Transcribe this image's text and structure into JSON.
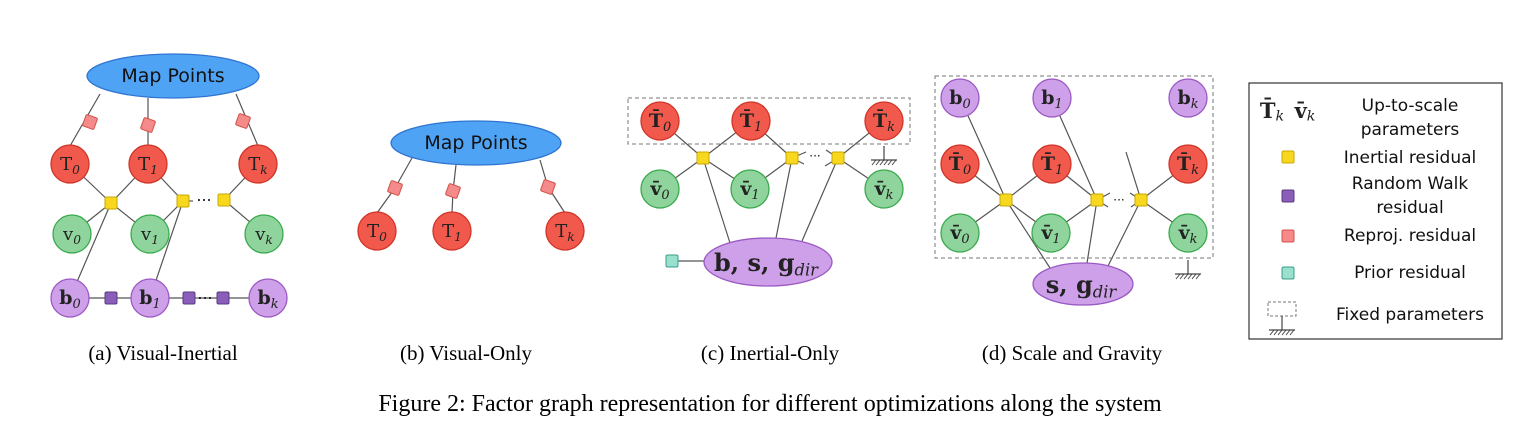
{
  "panels": [
    {
      "id": "a",
      "caption": "(a) Visual-Inertial",
      "map_points": "Map Points",
      "poses": [
        {
          "base": "T",
          "sub": "0"
        },
        {
          "base": "T",
          "sub": "1"
        },
        {
          "base": "T",
          "sub": "k"
        }
      ],
      "velocities": [
        {
          "base": "v",
          "sub": "0"
        },
        {
          "base": "v",
          "sub": "1"
        },
        {
          "base": "v",
          "sub": "k"
        }
      ],
      "biases": [
        {
          "base": "b",
          "sub": "0"
        },
        {
          "base": "b",
          "sub": "1"
        },
        {
          "base": "b",
          "sub": "k"
        }
      ],
      "ellipsis": "···"
    },
    {
      "id": "b",
      "caption": "(b) Visual-Only",
      "map_points": "Map Points",
      "poses": [
        {
          "base": "T",
          "sub": "0"
        },
        {
          "base": "T",
          "sub": "1"
        },
        {
          "base": "T",
          "sub": "k"
        }
      ]
    },
    {
      "id": "c",
      "caption": "(c) Inertial-Only",
      "poses": [
        {
          "base": "T̄",
          "sub": "0"
        },
        {
          "base": "T̄",
          "sub": "1"
        },
        {
          "base": "T̄",
          "sub": "k"
        }
      ],
      "velocities": [
        {
          "base": "v̄",
          "sub": "0"
        },
        {
          "base": "v̄",
          "sub": "1"
        },
        {
          "base": "v̄",
          "sub": "k"
        }
      ],
      "global_node": {
        "base": "b, s, g",
        "sub": "dir"
      },
      "ellipsis": "···"
    },
    {
      "id": "d",
      "caption": "(d) Scale and Gravity",
      "biases": [
        {
          "base": "b",
          "sub": "0"
        },
        {
          "base": "b",
          "sub": "1"
        },
        {
          "base": "b",
          "sub": "k"
        }
      ],
      "poses": [
        {
          "base": "T̄",
          "sub": "0"
        },
        {
          "base": "T̄",
          "sub": "1"
        },
        {
          "base": "T̄",
          "sub": "k"
        }
      ],
      "velocities": [
        {
          "base": "v̄",
          "sub": "0"
        },
        {
          "base": "v̄",
          "sub": "1"
        },
        {
          "base": "v̄",
          "sub": "k"
        }
      ],
      "global_node": {
        "base": "s, g",
        "sub": "dir"
      },
      "ellipsis": "···"
    }
  ],
  "legend": {
    "symbol_top": {
      "t": "T̄",
      "t_sub": "k",
      "v": "v̄",
      "v_sub": "k"
    },
    "items": [
      {
        "label_lines": [
          "Up-to-scale",
          "parameters"
        ]
      },
      {
        "label_lines": [
          "Inertial residual"
        ]
      },
      {
        "label_lines": [
          "Random Walk",
          "residual"
        ]
      },
      {
        "label_lines": [
          "Reproj. residual"
        ]
      },
      {
        "label_lines": [
          "Prior residual"
        ]
      },
      {
        "label_lines": [
          "Fixed parameters"
        ]
      }
    ]
  },
  "figure_caption": "Figure 2: Factor graph representation for different optimizations along the system",
  "colors": {
    "pose_fill": "#f0594c",
    "pose_stroke": "#d03428",
    "vel_fill": "#8fd49c",
    "vel_stroke": "#3aaa4e",
    "bias_fill": "#cfa0ea",
    "bias_stroke": "#9a5ac2",
    "map_fill": "#4fa3f5",
    "map_stroke": "#2f74d0",
    "inertial_factor": "#f7d81e",
    "inertial_stroke": "#c9a700",
    "randomwalk_factor": "#8a5db8",
    "randomwalk_stroke": "#5a3a82",
    "reproj_factor": "#f48a8a",
    "reproj_stroke": "#d2524a",
    "prior_factor": "#9ae0cf",
    "prior_stroke": "#3a9e88"
  }
}
